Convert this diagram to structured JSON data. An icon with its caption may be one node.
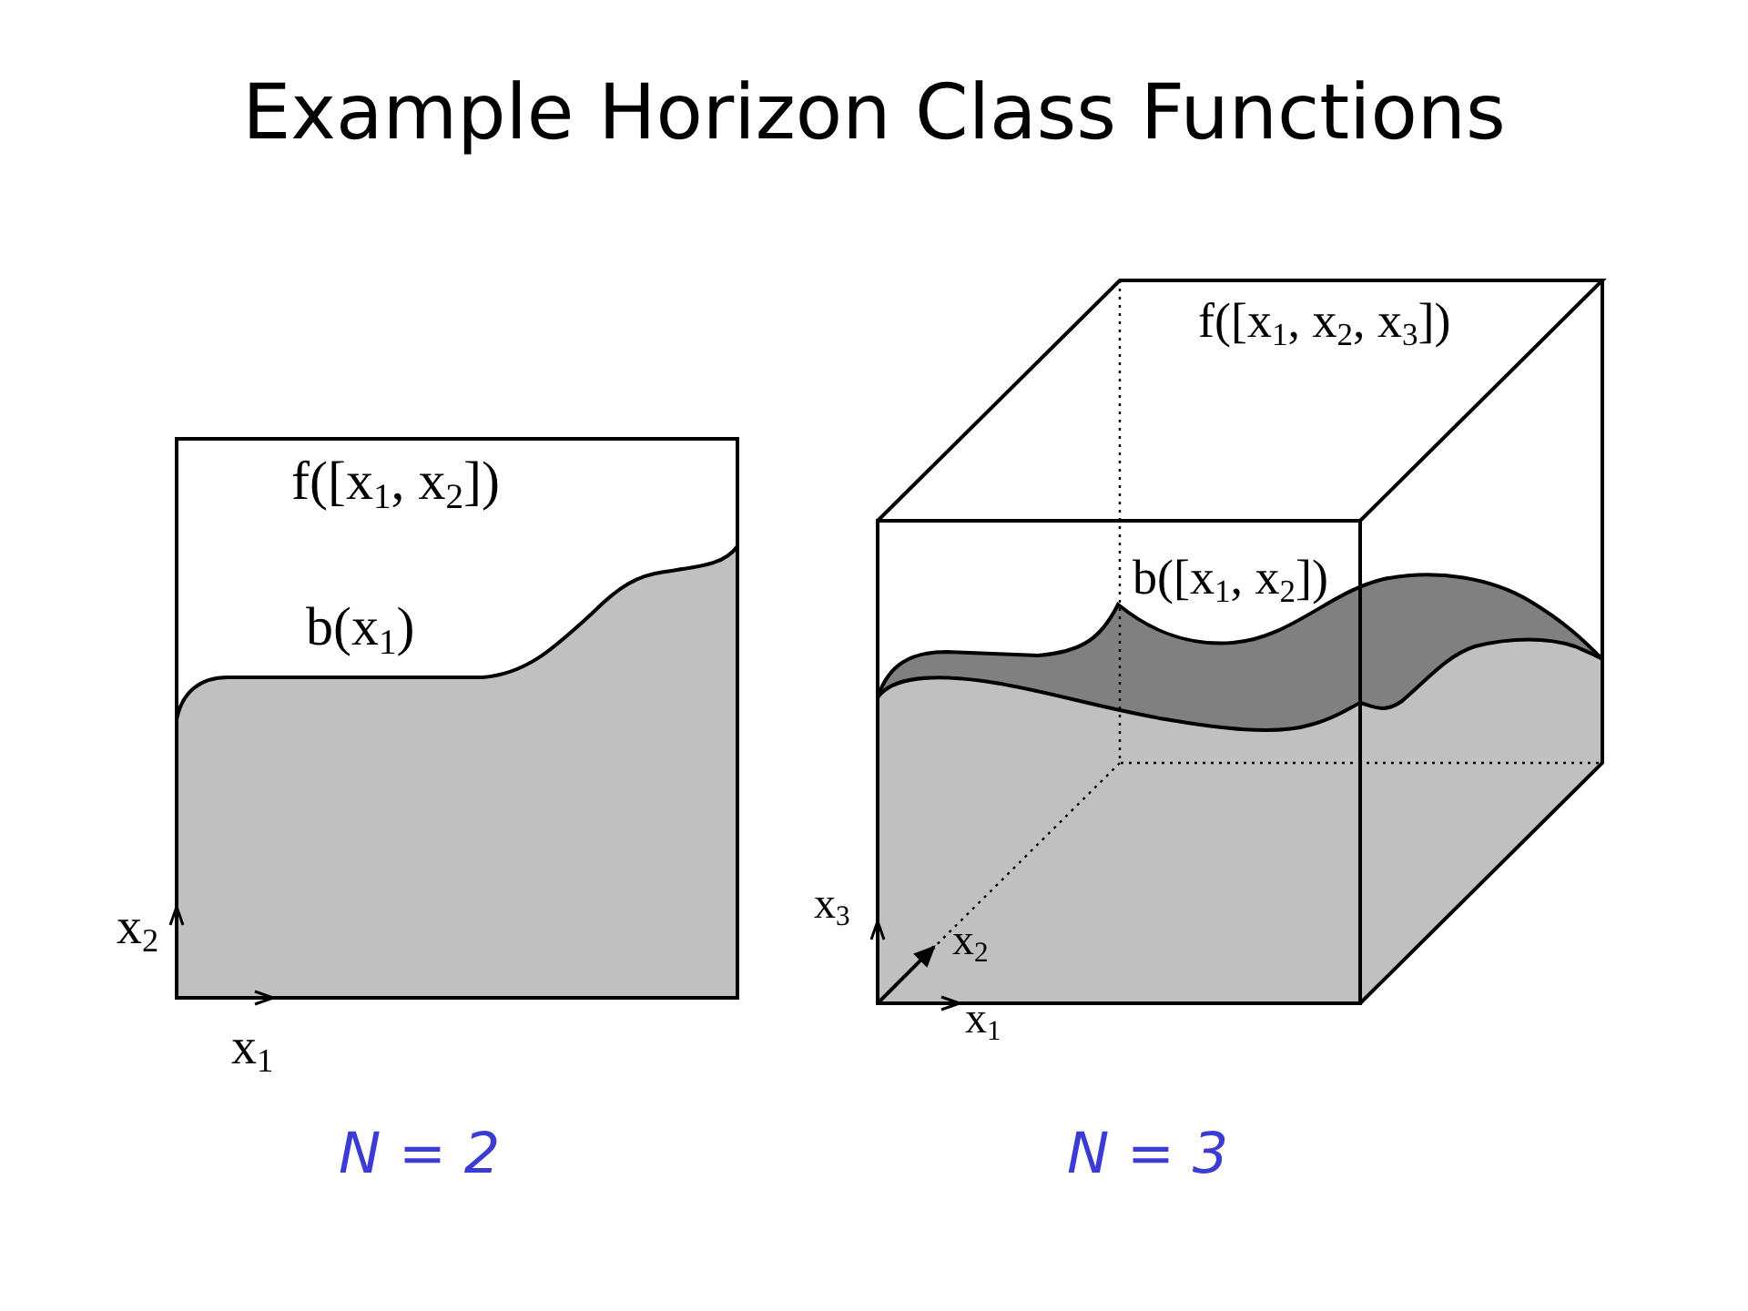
{
  "diagram": {
    "title": "Example Horizon Class Functions",
    "labels": [
      "f([x$_{1}$, x$_{2}$])",
      "b(x$_{1}$)",
      "x$_{2}$",
      "x$_{1}$",
      "N = 2",
      "f([x$_{1}$, x$_{2}$, x$_{3}$])",
      "b([x$_{1}$, x$_{2}$])",
      "x$_{3}$",
      "x$_{2}$",
      "x$_{1}$",
      "N = 3"
    ]
  }
}
